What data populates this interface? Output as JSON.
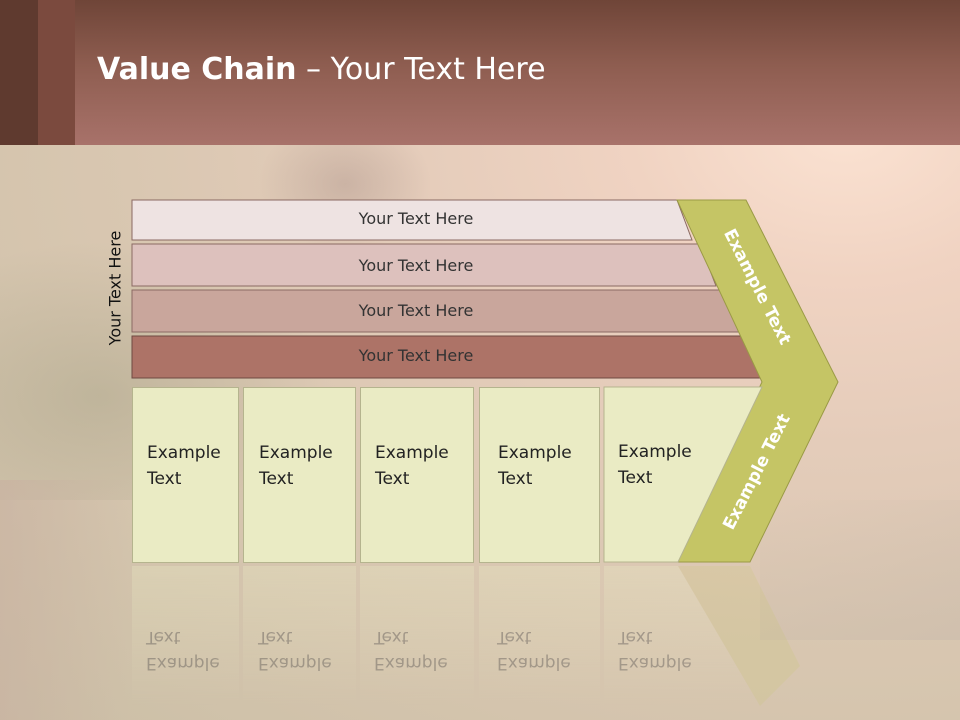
{
  "slide": {
    "title_bold": "Value Chain",
    "title_rest": " – Your Text Here",
    "vertical_label": "Your Text Here"
  },
  "rows": [
    {
      "label": "Your Text Here",
      "color": "#eee3e2"
    },
    {
      "label": "Your Text Here",
      "color": "#ddc1bd"
    },
    {
      "label": "Your Text Here",
      "color": "#c9a69c"
    },
    {
      "label": "Your Text Here",
      "color": "#ad7367"
    }
  ],
  "boxes": [
    {
      "line1": "Example",
      "line2": "Text"
    },
    {
      "line1": "Example",
      "line2": "Text"
    },
    {
      "line1": "Example",
      "line2": "Text"
    },
    {
      "line1": "Example",
      "line2": "Text"
    },
    {
      "line1": "Example",
      "line2": "Text"
    }
  ],
  "chevron": {
    "upper_label": "Example Text",
    "lower_label": "Example Text",
    "color": "#c5c565"
  }
}
